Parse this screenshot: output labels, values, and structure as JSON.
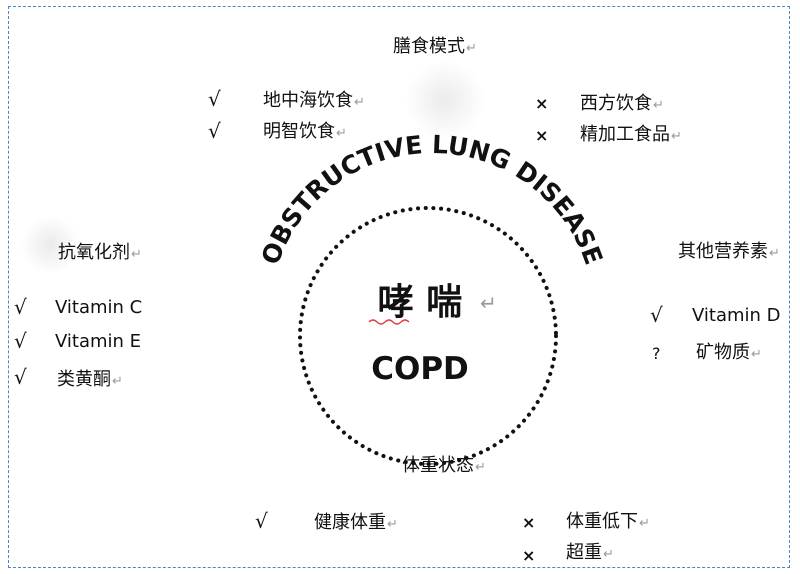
{
  "diet": {
    "title": "膳食模式",
    "good": [
      {
        "mark": "√",
        "label": "地中海饮食"
      },
      {
        "mark": "√",
        "label": "明智饮食"
      }
    ],
    "bad": [
      {
        "mark": "×",
        "label": "西方饮食"
      },
      {
        "mark": "×",
        "label": "精加工食品"
      }
    ]
  },
  "antioxidants": {
    "title": "抗氧化剂",
    "items": [
      {
        "mark": "√",
        "label": "Vitamin C"
      },
      {
        "mark": "√",
        "label": "Vitamin E"
      },
      {
        "mark": "√",
        "label": "类黄酮"
      }
    ]
  },
  "other_nutrients": {
    "title": "其他营养素",
    "items": [
      {
        "mark": "√",
        "label": "Vitamin D"
      },
      {
        "mark": "?",
        "label": "矿物质"
      }
    ]
  },
  "weight": {
    "title": "体重状态",
    "good": [
      {
        "mark": "√",
        "label": "健康体重"
      }
    ],
    "bad": [
      {
        "mark": "×",
        "label": "体重低下"
      },
      {
        "mark": "×",
        "label": "超重"
      }
    ]
  },
  "center": {
    "arc_text": "OBSTRUCTIVE LUNG DISEASE",
    "chinese": "哮 喘",
    "abbr": "COPD"
  },
  "paragraph_mark": "↵"
}
